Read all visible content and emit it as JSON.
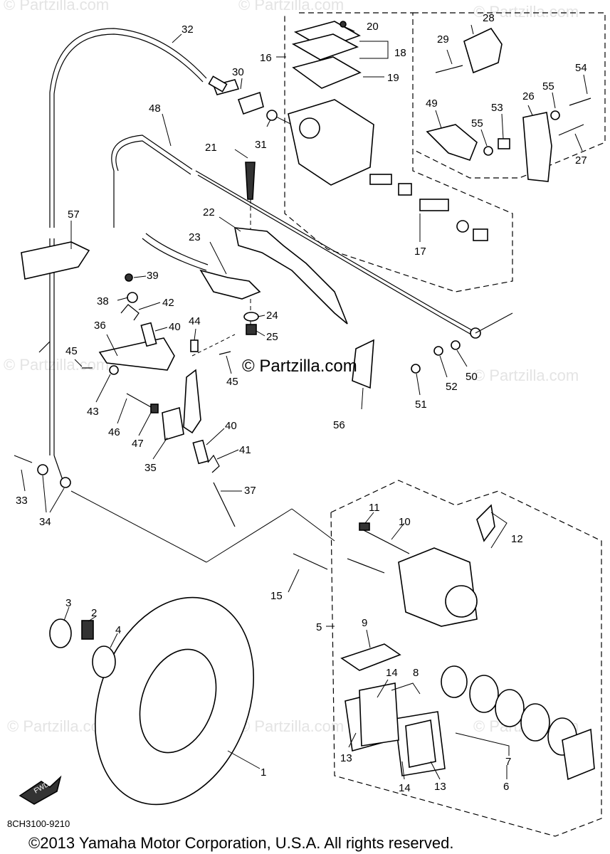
{
  "watermark": "© Partzilla.com",
  "center_watermark": "© Partzilla.com",
  "diagram_code": "8CH3100-9210",
  "fwd_label": "FWD",
  "copyright": "©2013 Yamaha Motor Corporation, U.S.A. All rights reserved.",
  "callouts": {
    "c1": "1",
    "c2": "2",
    "c3": "3",
    "c4": "4",
    "c5": "5",
    "c6": "6",
    "c7": "7",
    "c8": "8",
    "c9": "9",
    "c10": "10",
    "c11": "11",
    "c12": "12",
    "c13a": "13",
    "c13b": "13",
    "c14a": "14",
    "c14b": "14",
    "c15": "15",
    "c16": "16",
    "c17": "17",
    "c18": "18",
    "c19": "19",
    "c20": "20",
    "c21": "21",
    "c22": "22",
    "c23": "23",
    "c24": "24",
    "c25": "25",
    "c26": "26",
    "c27": "27",
    "c28": "28",
    "c29": "29",
    "c30": "30",
    "c31": "31",
    "c32": "32",
    "c33": "33",
    "c34": "34",
    "c35": "35",
    "c36": "36",
    "c37": "37",
    "c38": "38",
    "c39": "39",
    "c40a": "40",
    "c40b": "40",
    "c41": "41",
    "c42": "42",
    "c43": "43",
    "c44": "44",
    "c45a": "45",
    "c45b": "45",
    "c46": "46",
    "c47": "47",
    "c48": "48",
    "c49": "49",
    "c50": "50",
    "c51": "51",
    "c52": "52",
    "c53": "53",
    "c54": "54",
    "c55a": "55",
    "c55b": "55",
    "c56": "56",
    "c57": "57"
  }
}
